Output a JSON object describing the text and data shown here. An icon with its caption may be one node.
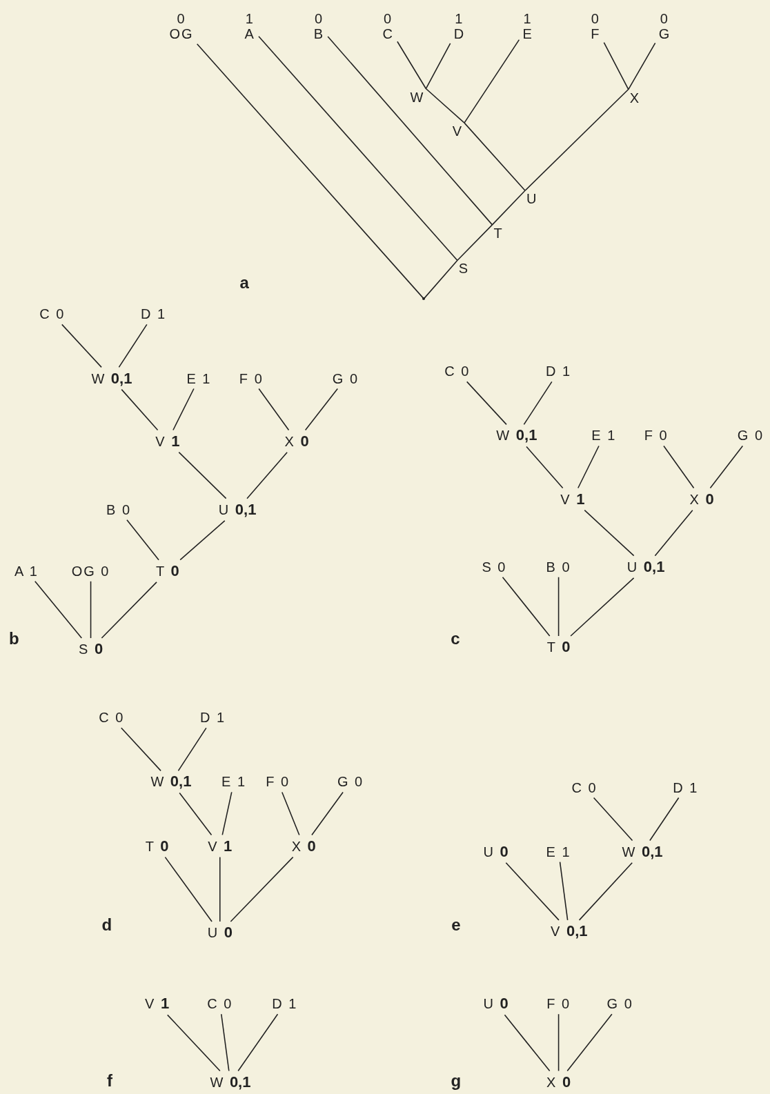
{
  "diagram": {
    "nodes": [
      {
        "text": [
          "0",
          "OG"
        ]
      },
      {
        "text": [
          "1",
          "A"
        ]
      },
      {
        "text": [
          "0",
          "B"
        ]
      },
      {
        "text": [
          "0",
          "C"
        ]
      },
      {
        "text": [
          "1",
          "D"
        ]
      },
      {
        "text": [
          "1",
          "E"
        ]
      },
      {
        "text": [
          "0",
          "F"
        ]
      },
      {
        "text": [
          "0",
          "G"
        ]
      },
      {
        "text": [
          "W"
        ]
      },
      {
        "text": [
          "X"
        ]
      },
      {
        "text": [
          "V"
        ]
      },
      {
        "text": [
          "U"
        ]
      },
      {
        "text": [
          "T"
        ]
      },
      {
        "text": [
          "S"
        ]
      },
      {
        "text": [],
        "shape": "point"
      },
      {
        "text": [
          "C 0"
        ]
      },
      {
        "text": [
          "D 1"
        ]
      },
      {
        "text": [
          "W **0,1**"
        ]
      },
      {
        "text": [
          "E 1"
        ]
      },
      {
        "text": [
          "F 0"
        ]
      },
      {
        "text": [
          "G 0"
        ]
      },
      {
        "text": [
          "V **1**"
        ]
      },
      {
        "text": [
          "X **0**"
        ]
      },
      {
        "text": [
          "B 0"
        ]
      },
      {
        "text": [
          "U **0,1**"
        ]
      },
      {
        "text": [
          "A 1"
        ]
      },
      {
        "text": [
          "OG 0"
        ]
      },
      {
        "text": [
          "T **0**"
        ]
      },
      {
        "text": [
          "S **0**"
        ]
      },
      {
        "text": [
          "C 0"
        ]
      },
      {
        "text": [
          "D 1"
        ]
      },
      {
        "text": [
          "W **0,1**"
        ]
      },
      {
        "text": [
          "E 1"
        ]
      },
      {
        "text": [
          "F 0"
        ]
      },
      {
        "text": [
          "G 0"
        ]
      },
      {
        "text": [
          "V **1**"
        ]
      },
      {
        "text": [
          "X **0**"
        ]
      },
      {
        "text": [
          "S 0"
        ]
      },
      {
        "text": [
          "B 0"
        ]
      },
      {
        "text": [
          "U **0,1**"
        ]
      },
      {
        "text": [
          "T **0**"
        ]
      },
      {
        "text": [
          "C 0"
        ]
      },
      {
        "text": [
          "D 1"
        ]
      },
      {
        "text": [
          "W **0,1**"
        ]
      },
      {
        "text": [
          "E 1"
        ]
      },
      {
        "text": [
          "F 0"
        ]
      },
      {
        "text": [
          "G 0"
        ]
      },
      {
        "text": [
          "T **0**"
        ]
      },
      {
        "text": [
          "V **1**"
        ]
      },
      {
        "text": [
          "X **0**"
        ]
      },
      {
        "text": [
          "U **0**"
        ]
      },
      {
        "text": [
          "C 0"
        ]
      },
      {
        "text": [
          "D 1"
        ]
      },
      {
        "text": [
          "U **0**"
        ]
      },
      {
        "text": [
          "E 1"
        ]
      },
      {
        "text": [
          "W **0,1**"
        ]
      },
      {
        "text": [
          "V **0,1**"
        ]
      },
      {
        "text": [
          "V **1**"
        ]
      },
      {
        "text": [
          "C 0"
        ]
      },
      {
        "text": [
          "D 1"
        ]
      },
      {
        "text": [
          "W **0,1**"
        ]
      },
      {
        "text": [
          "U **0**"
        ]
      },
      {
        "text": [
          "F 0"
        ]
      },
      {
        "text": [
          "G 0"
        ]
      },
      {
        "text": [
          "X **0**"
        ]
      }
    ],
    "edges": [
      {
        "from": 3,
        "to": 8,
        "arrow": "none"
      },
      {
        "from": 4,
        "to": 8,
        "arrow": "none"
      },
      {
        "from": 8,
        "to": 10,
        "arrow": "none"
      },
      {
        "from": 5,
        "to": 10,
        "arrow": "none"
      },
      {
        "from": 10,
        "to": 11,
        "arrow": "none"
      },
      {
        "from": 6,
        "to": 9,
        "arrow": "none"
      },
      {
        "from": 7,
        "to": 9,
        "arrow": "none"
      },
      {
        "from": 9,
        "to": 11,
        "arrow": "none"
      },
      {
        "from": 11,
        "to": 12,
        "arrow": "none"
      },
      {
        "from": 2,
        "to": 12,
        "arrow": "none"
      },
      {
        "from": 12,
        "to": 13,
        "arrow": "none"
      },
      {
        "from": 1,
        "to": 13,
        "arrow": "none"
      },
      {
        "from": 13,
        "to": 14,
        "arrow": "none"
      },
      {
        "from": 0,
        "to": 14,
        "arrow": "none"
      },
      {
        "from": 15,
        "to": 17,
        "arrow": "none"
      },
      {
        "from": 16,
        "to": 17,
        "arrow": "none"
      },
      {
        "from": 17,
        "to": 21,
        "arrow": "none"
      },
      {
        "from": 18,
        "to": 21,
        "arrow": "none"
      },
      {
        "from": 19,
        "to": 22,
        "arrow": "none"
      },
      {
        "from": 20,
        "to": 22,
        "arrow": "none"
      },
      {
        "from": 21,
        "to": 24,
        "arrow": "none"
      },
      {
        "from": 22,
        "to": 24,
        "arrow": "none"
      },
      {
        "from": 23,
        "to": 27,
        "arrow": "none"
      },
      {
        "from": 24,
        "to": 27,
        "arrow": "none"
      },
      {
        "from": 25,
        "to": 28,
        "arrow": "none"
      },
      {
        "from": 26,
        "to": 28,
        "arrow": "none"
      },
      {
        "from": 27,
        "to": 28,
        "arrow": "none"
      },
      {
        "from": 29,
        "to": 31,
        "arrow": "none"
      },
      {
        "from": 30,
        "to": 31,
        "arrow": "none"
      },
      {
        "from": 31,
        "to": 35,
        "arrow": "none"
      },
      {
        "from": 32,
        "to": 35,
        "arrow": "none"
      },
      {
        "from": 33,
        "to": 36,
        "arrow": "none"
      },
      {
        "from": 34,
        "to": 36,
        "arrow": "none"
      },
      {
        "from": 35,
        "to": 39,
        "arrow": "none"
      },
      {
        "from": 36,
        "to": 39,
        "arrow": "none"
      },
      {
        "from": 37,
        "to": 40,
        "arrow": "none"
      },
      {
        "from": 38,
        "to": 40,
        "arrow": "none"
      },
      {
        "from": 39,
        "to": 40,
        "arrow": "none"
      },
      {
        "from": 41,
        "to": 43,
        "arrow": "none"
      },
      {
        "from": 42,
        "to": 43,
        "arrow": "none"
      },
      {
        "from": 43,
        "to": 48,
        "arrow": "none"
      },
      {
        "from": 44,
        "to": 48,
        "arrow": "none"
      },
      {
        "from": 45,
        "to": 49,
        "arrow": "none"
      },
      {
        "from": 46,
        "to": 49,
        "arrow": "none"
      },
      {
        "from": 47,
        "to": 50,
        "arrow": "none"
      },
      {
        "from": 48,
        "to": 50,
        "arrow": "none"
      },
      {
        "from": 49,
        "to": 50,
        "arrow": "none"
      },
      {
        "from": 51,
        "to": 55,
        "arrow": "none"
      },
      {
        "from": 52,
        "to": 55,
        "arrow": "none"
      },
      {
        "from": 53,
        "to": 56,
        "arrow": "none"
      },
      {
        "from": 54,
        "to": 56,
        "arrow": "none"
      },
      {
        "from": 55,
        "to": 56,
        "arrow": "none"
      },
      {
        "from": 57,
        "to": 60,
        "arrow": "none"
      },
      {
        "from": 58,
        "to": 60,
        "arrow": "none"
      },
      {
        "from": 59,
        "to": 60,
        "arrow": "none"
      },
      {
        "from": 61,
        "to": 64,
        "arrow": "none"
      },
      {
        "from": 62,
        "to": 64,
        "arrow": "none"
      },
      {
        "from": 63,
        "to": 64,
        "arrow": "none"
      }
    ],
    "labels": [
      "a",
      "b",
      "c",
      "d",
      "e",
      "f",
      "g"
    ]
  }
}
